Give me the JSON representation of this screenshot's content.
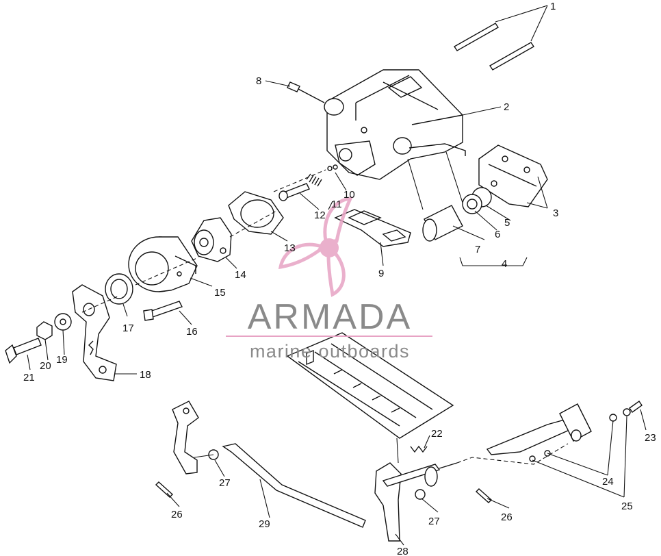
{
  "watermark": {
    "brand": "ARMADA",
    "tagline": "marine outboards",
    "accent_color": "#e7a3c4",
    "text_color": "#8a8a8a"
  },
  "labels": [
    "1",
    "2",
    "3",
    "4",
    "5",
    "6",
    "7",
    "8",
    "9",
    "10",
    "11",
    "12",
    "13",
    "14",
    "15",
    "16",
    "17",
    "18",
    "19",
    "20",
    "21",
    "22",
    "23",
    "24",
    "25",
    "26",
    "26",
    "27",
    "27",
    "28",
    "29"
  ]
}
